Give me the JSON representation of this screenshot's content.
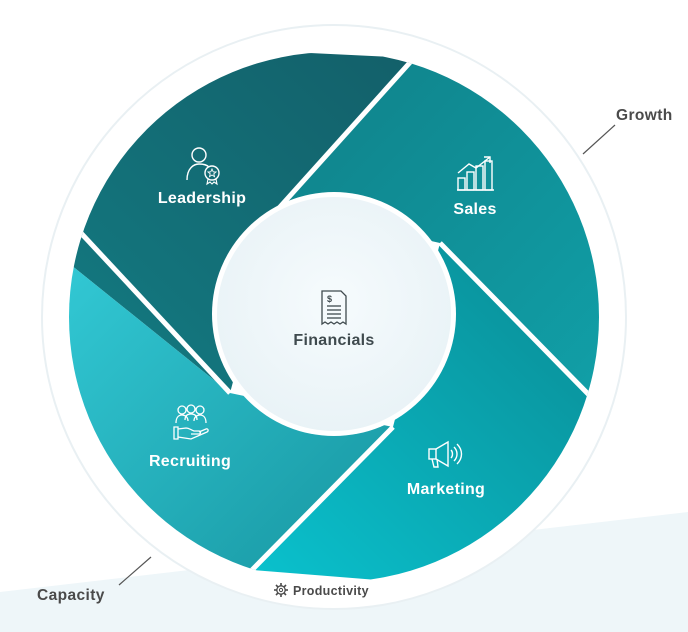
{
  "diagram": {
    "center": {
      "label": "Financials",
      "icon": "document-dollar-icon"
    },
    "segments": [
      {
        "id": "leadership",
        "label": "Leadership",
        "icon": "person-award-icon"
      },
      {
        "id": "sales",
        "label": "Sales",
        "icon": "bar-chart-growth-icon"
      },
      {
        "id": "recruiting",
        "label": "Recruiting",
        "icon": "people-hand-icon"
      },
      {
        "id": "marketing",
        "label": "Marketing",
        "icon": "megaphone-icon"
      }
    ],
    "outer_labels": {
      "growth": "Growth",
      "capacity": "Capacity",
      "productivity": "Productivity"
    },
    "colors": {
      "leadership": "#136f76",
      "sales": "#0d8f96",
      "recruiting": "#2ebfcb",
      "marketing": "#0aa2ab",
      "center_fill": "#eef6f9",
      "ring": "#eaf1f4"
    }
  }
}
